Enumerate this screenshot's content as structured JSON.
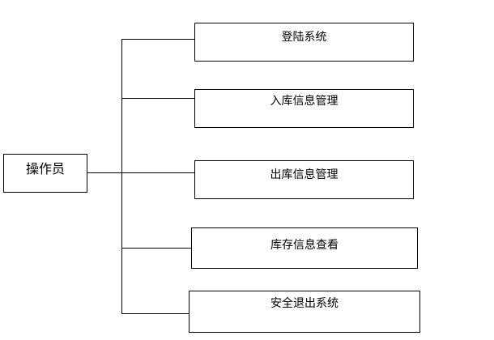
{
  "diagram": {
    "type": "tree",
    "root": {
      "label": "操作员"
    },
    "children": [
      {
        "label": "登陆系统"
      },
      {
        "label": "入库信息管理"
      },
      {
        "label": "出库信息管理"
      },
      {
        "label": "库存信息查看"
      },
      {
        "label": "安全退出系统"
      }
    ],
    "colors": {
      "background": "#ffffff",
      "line": "#000000",
      "box_border": "#000000",
      "text": "#000000"
    }
  }
}
